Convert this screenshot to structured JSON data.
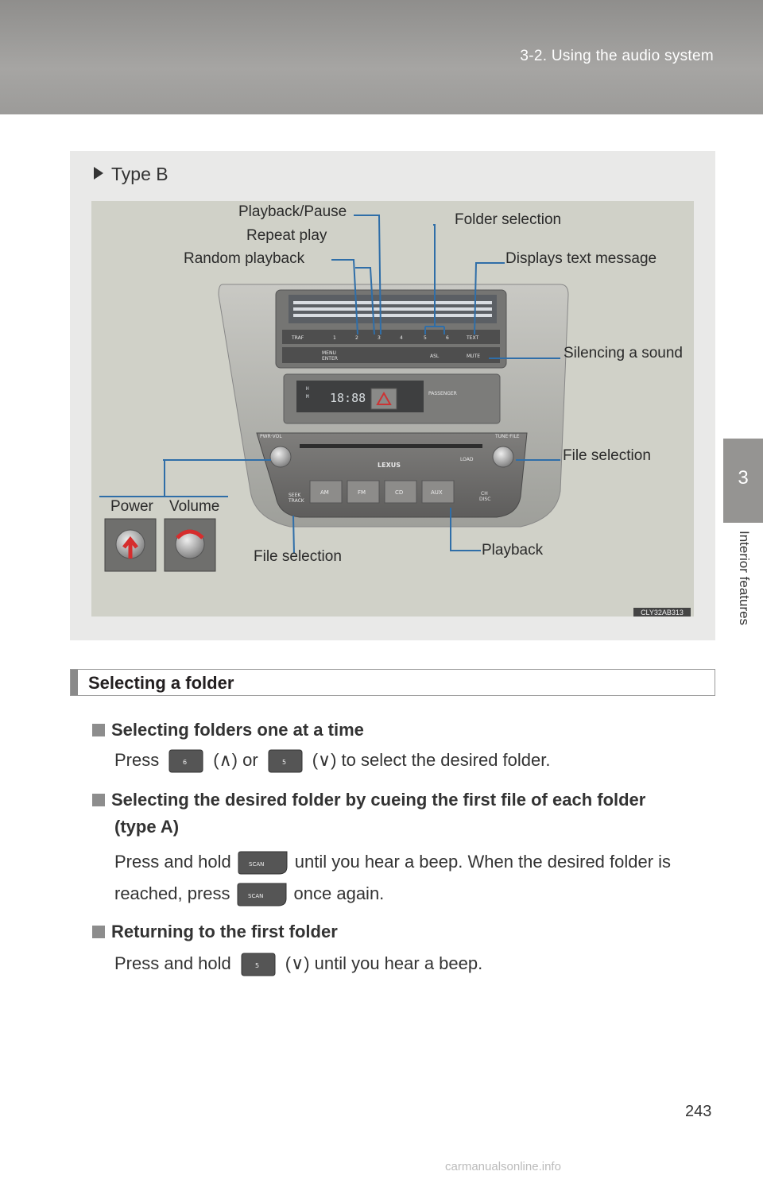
{
  "header": {
    "section_title": "3-2. Using the audio system"
  },
  "side_tab": {
    "number": "3",
    "label": "Interior features"
  },
  "figure": {
    "type_label": "Type B",
    "callouts": {
      "playback_pause": "Playback/Pause",
      "repeat_play": "Repeat play",
      "random_playback": "Random playback",
      "folder_selection": "Folder selection",
      "displays_text_message": "Displays text message",
      "silencing_a_sound": "Silencing a sound",
      "file_selection_right": "File selection",
      "power": "Power",
      "volume": "Volume",
      "file_selection_bottom": "File selection",
      "playback": "Playback"
    },
    "image_code": "CLY32AB313",
    "panel_labels": {
      "traf": "TRAF",
      "p1": "1",
      "p2": "2",
      "p3": "3",
      "p4": "4",
      "p5": "5",
      "p6": "6",
      "text": "TEXT",
      "menu": "MENU",
      "enter": "ENTER",
      "asl": "ASL",
      "mute": "MUTE",
      "clock": "18:88",
      "passenger": "PASSENGER",
      "pwr_vol": "PWR·VOL",
      "tune_file": "TUNE·FILE",
      "load": "LOAD",
      "lexus": "LEXUS",
      "am": "AM",
      "fm": "FM",
      "cd": "CD",
      "aux": "AUX",
      "seek": "SEEK",
      "track": "TRACK",
      "ch": "CH",
      "disc": "DISC",
      "h": "H",
      "m": "M"
    }
  },
  "section": {
    "title": "Selecting a folder",
    "items": [
      {
        "heading": "Selecting folders one at a time",
        "press": "Press",
        "up": "(∧) or",
        "down_rest": "(∨) to select the desired folder.",
        "btn6": "6",
        "btn5": "5"
      },
      {
        "heading_line1": "Selecting the desired folder by cueing the first file of each folder",
        "heading_line2": "(type A)",
        "line1_a": "Press and hold",
        "line1_b": "until you hear a beep. When the desired folder is",
        "line2_a": "reached, press",
        "line2_b": "once again.",
        "scan": "SCAN"
      },
      {
        "heading": "Returning to the first folder",
        "line_a": "Press and hold",
        "line_b": "(∨) until you hear a beep.",
        "btn5": "5"
      }
    ]
  },
  "page_number": "243",
  "watermark": "carmanualsonline.info"
}
